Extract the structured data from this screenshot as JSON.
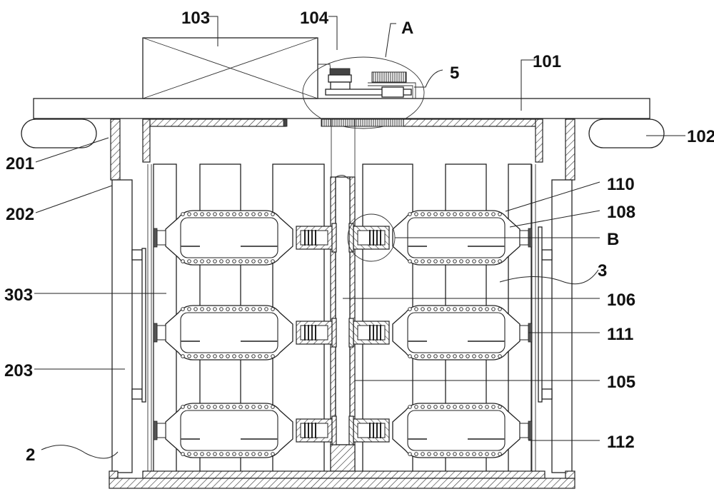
{
  "figure": {
    "type": "patent-style mechanical cross-section drawing",
    "labels": {
      "l103": "103",
      "l104": "104",
      "lA": "A",
      "l5": "5",
      "l101": "101",
      "l102": "102",
      "l201": "201",
      "l202": "202",
      "l303": "303",
      "l203": "203",
      "l2": "2",
      "l110": "110",
      "l108": "108",
      "lB": "B",
      "l3": "3",
      "l106": "106",
      "l111": "111",
      "l105": "105",
      "l112": "112"
    },
    "components": [
      {
        "id": "101",
        "name": "top plate"
      },
      {
        "id": "102",
        "name": "handle"
      },
      {
        "id": "103",
        "name": "motor box"
      },
      {
        "id": "104",
        "name": "motor output pulley"
      },
      {
        "id": "105",
        "name": "central shaft"
      },
      {
        "id": "106",
        "name": "central sleeve"
      },
      {
        "id": "108",
        "name": "capsule holder"
      },
      {
        "id": "110",
        "name": "perforated capsule frame"
      },
      {
        "id": "111",
        "name": "latch clip"
      },
      {
        "id": "112",
        "name": "latch clip lower"
      },
      {
        "id": "2",
        "name": "outer tank"
      },
      {
        "id": "201",
        "name": "upper wall segment"
      },
      {
        "id": "202",
        "name": "side guide"
      },
      {
        "id": "203",
        "name": "side slide plate"
      },
      {
        "id": "3",
        "name": "inner basket"
      },
      {
        "id": "303",
        "name": "basket partition"
      },
      {
        "id": "5",
        "name": "gear bracket"
      },
      {
        "id": "A",
        "name": "detail view A"
      },
      {
        "id": "B",
        "name": "detail view B"
      }
    ],
    "capsule_rows": 3,
    "capsule_columns": 2
  }
}
